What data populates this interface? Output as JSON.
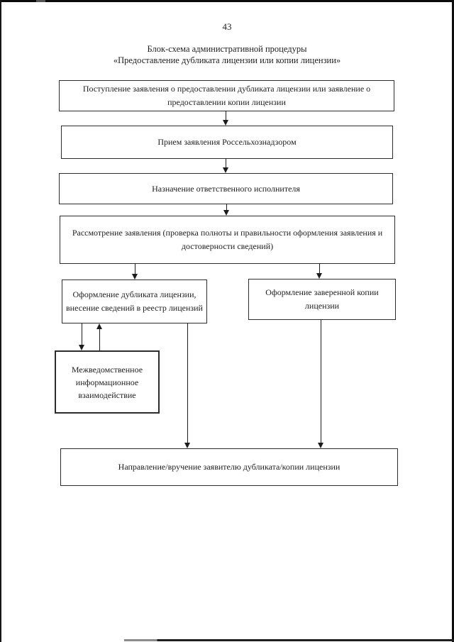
{
  "page": {
    "number": "43"
  },
  "header": {
    "title_line1": "Блок-схема административной процедуры",
    "title_line2": "«Предоставление дубликата лицензии или копии лицензии»"
  },
  "flowchart": {
    "boxes": [
      {
        "id": "receipt",
        "label": "Поступление заявления о предоставлении дубликата лицензии или заявление о предоставлении копии лицензии"
      },
      {
        "id": "acceptance",
        "label": "Прием заявления Россельхознадзором"
      },
      {
        "id": "executor",
        "label": "Назначение ответственного исполнителя"
      },
      {
        "id": "review",
        "label": "Рассмотрение заявления (проверка полноты и правильности оформления заявления и достоверности сведений)"
      },
      {
        "id": "duplicate",
        "label": "Оформление дубликата лицензии, внесение сведений в реестр лицензий"
      },
      {
        "id": "copy",
        "label": "Оформление заверенной копии лицензии"
      },
      {
        "id": "interagency",
        "label": "Межведомственное информационное взаимодействие"
      },
      {
        "id": "delivery",
        "label": "Направление/вручение заявителю дубликата/копии лицензии"
      }
    ]
  },
  "colors": {
    "ink": "#1e1e1e",
    "box_border": "#2c2c2c",
    "page_background": "#ffffff",
    "scan_edge": "#0d0d0d"
  }
}
